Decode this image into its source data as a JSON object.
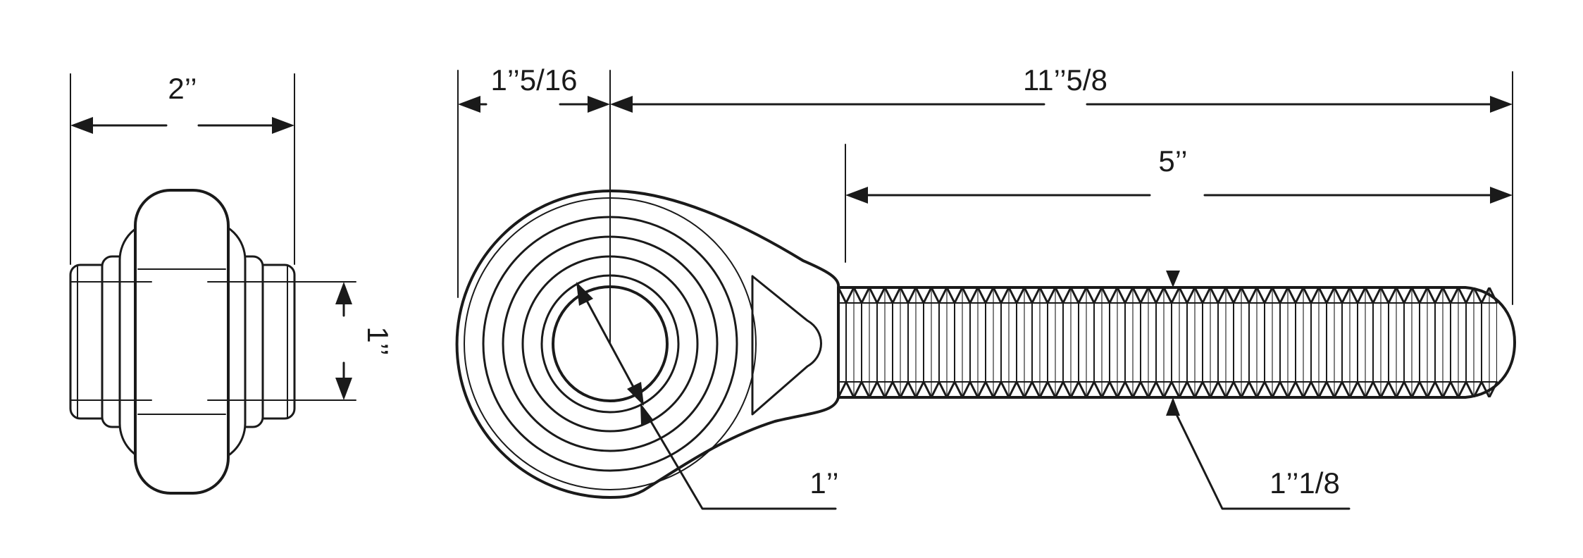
{
  "dimensions": {
    "side_width": "2’’",
    "side_height": "1’’",
    "eye_offset": "1’’5/16",
    "overall_length": "11’’5/8",
    "thread_length": "5’’",
    "bore_diameter": "1’’",
    "thread_diameter": "1’’1/8"
  },
  "colors": {
    "line": "#1a1a1a",
    "background": "#ffffff"
  }
}
